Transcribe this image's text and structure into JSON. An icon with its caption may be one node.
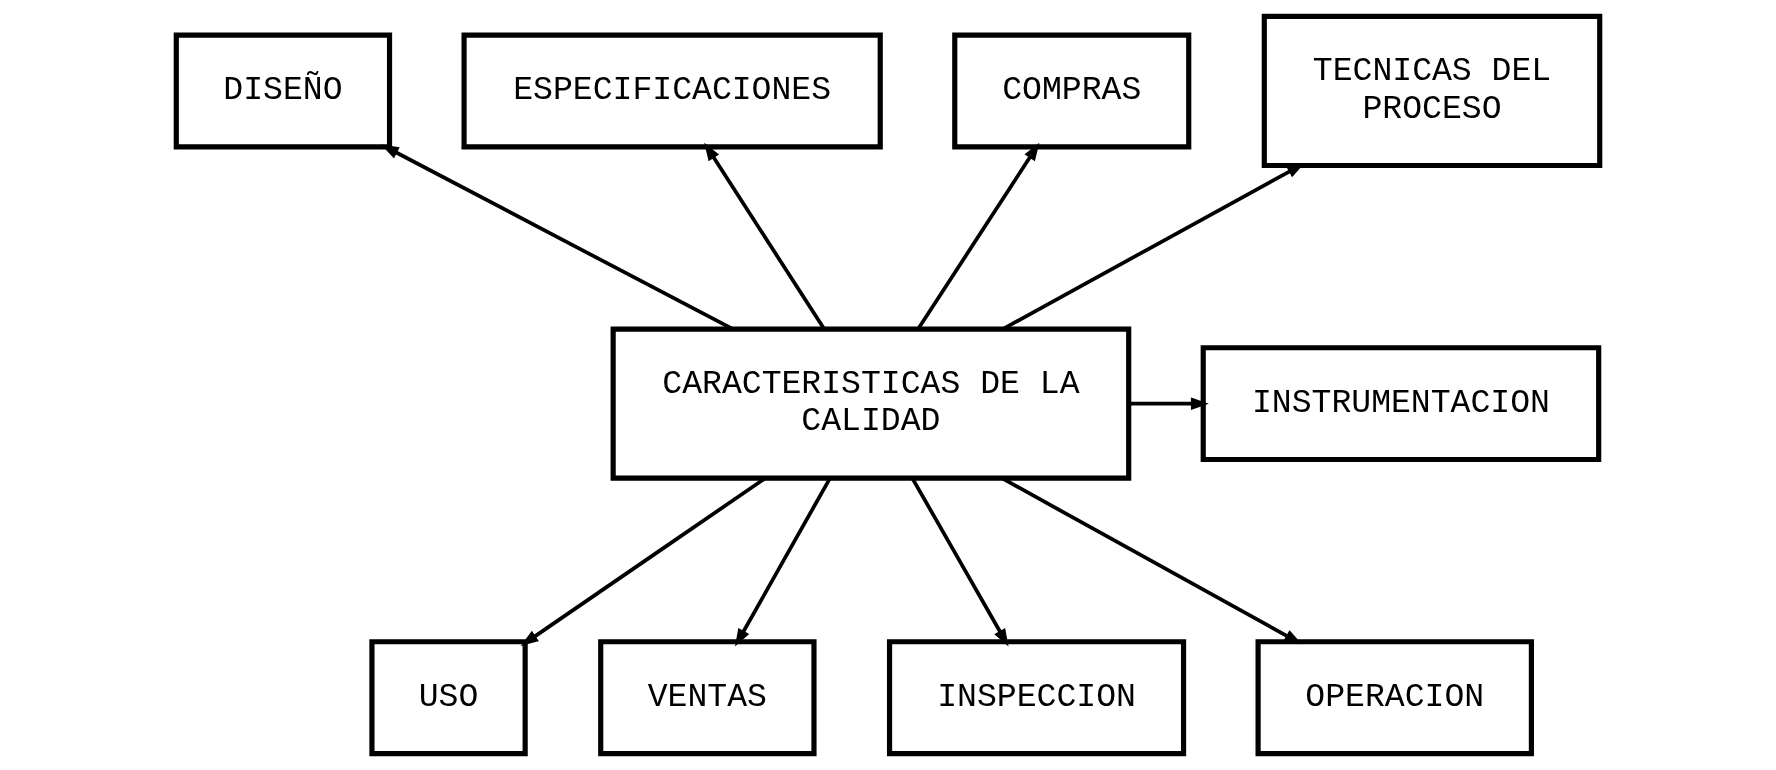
{
  "diagram": {
    "nodes": [
      {
        "text": [
          "DISEÑO"
        ]
      },
      {
        "text": [
          "ESPECIFICACIONES"
        ]
      },
      {
        "text": [
          "COMPRAS"
        ]
      },
      {
        "text": [
          "TECNICAS DEL PROCESO"
        ]
      },
      {
        "text": [
          "CARACTERISTICAS DE LA CALIDAD"
        ]
      },
      {
        "text": [
          "INSTRUMENTACION"
        ]
      },
      {
        "text": [
          "USO"
        ]
      },
      {
        "text": [
          "VENTAS"
        ]
      },
      {
        "text": [
          "INSPECCION"
        ]
      },
      {
        "text": [
          "OPERACION"
        ]
      }
    ],
    "edges": [
      {
        "from": 4,
        "to": 0,
        "arrow": "to"
      },
      {
        "from": 4,
        "to": 1,
        "arrow": "to"
      },
      {
        "from": 4,
        "to": 2,
        "arrow": "to"
      },
      {
        "from": 4,
        "to": 3,
        "arrow": "to"
      },
      {
        "from": 4,
        "to": 6,
        "arrow": "to"
      },
      {
        "from": 4,
        "to": 7,
        "arrow": "to"
      },
      {
        "from": 4,
        "to": 8,
        "arrow": "to"
      },
      {
        "from": 4,
        "to": 9,
        "arrow": "to"
      },
      {
        "from": 4,
        "to": 5,
        "arrow": "to"
      }
    ]
  }
}
